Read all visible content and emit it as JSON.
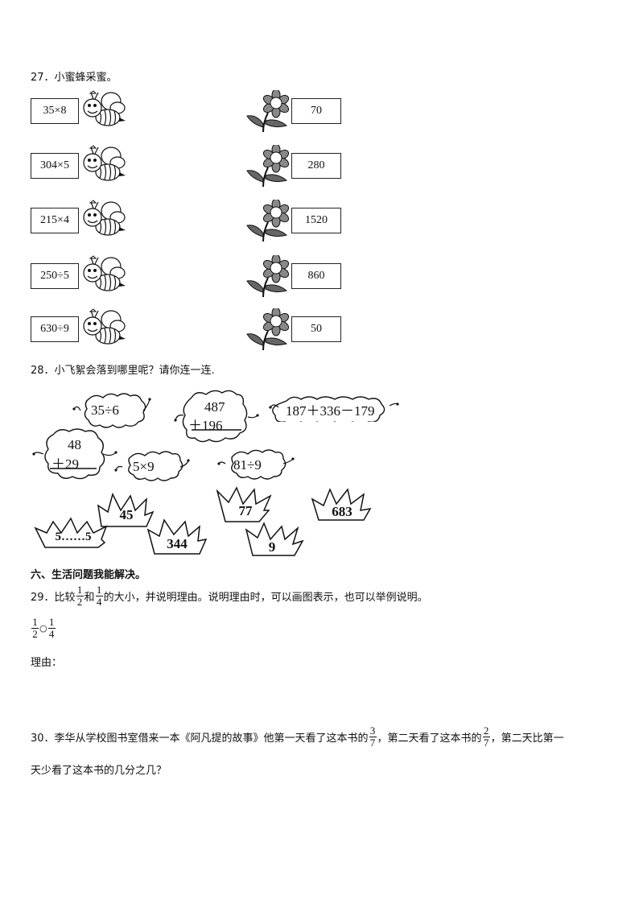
{
  "q27": {
    "title": "27．小蜜蜂采蜜。",
    "expressions": [
      "35×8",
      "304×5",
      "215×4",
      "250÷5",
      "630÷9"
    ],
    "answers": [
      "70",
      "280",
      "1520",
      "860",
      "50"
    ]
  },
  "q28": {
    "title": "28．小飞絮会落到哪里呢？请你连一连.",
    "clouds": {
      "c1": "35÷6",
      "c2_top": "487",
      "c2_bottom": "＋196",
      "c3": "187＋336－179",
      "c4_top": "48",
      "c4_bottom": "＋29",
      "c5": "5×9",
      "c6": "81÷9"
    },
    "grass": [
      "45",
      "77",
      "683",
      "5……5",
      "344",
      "9"
    ]
  },
  "section6": {
    "title": "六、生活问题我能解决。"
  },
  "q29": {
    "prefix": "29．比较",
    "f1_num": "1",
    "f1_den": "2",
    "and": "和",
    "f2_num": "1",
    "f2_den": "4",
    "suffix": "的大小，并说明理由。说明理由时，可以画图表示，也可以举例说明。",
    "cmp_a_num": "1",
    "cmp_a_den": "2",
    "circle": "○",
    "cmp_b_num": "1",
    "cmp_b_den": "4",
    "reason_label": "理由："
  },
  "q30": {
    "text1": "30．李华从学校图书室借来一本《阿凡提的故事》他第一天看了这本书的",
    "f1_num": "3",
    "f1_den": "7",
    "text2": "，第二天看了这本书的",
    "f2_num": "2",
    "f2_den": "7",
    "text3": "，第二天比第一",
    "text4": "天少看了这本书的几分之几？"
  }
}
